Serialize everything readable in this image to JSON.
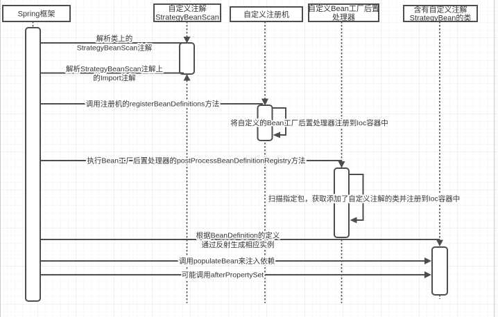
{
  "diagram": {
    "participants": [
      {
        "id": "spring-framework",
        "lines": [
          "Spring框架",
          ""
        ]
      },
      {
        "id": "strategy-bean-scan-annotation",
        "lines": [
          "自定义注解",
          "StrategyBeanScan"
        ]
      },
      {
        "id": "custom-registrar",
        "lines": [
          "自定义注册机",
          ""
        ]
      },
      {
        "id": "bean-factory-post-processor",
        "lines": [
          "自定义Bean工厂后置",
          "处理器"
        ]
      },
      {
        "id": "strategy-bean-class",
        "lines": [
          "含有自定义注解",
          "StrategyBean的类"
        ]
      }
    ],
    "messages": [
      {
        "from": 0,
        "to": 1,
        "kind": "call",
        "lines": [
          "解析类上的",
          "StrategyBeanScan注解"
        ]
      },
      {
        "from": 0,
        "to": 1,
        "kind": "call",
        "lines": [
          "解析StrategyBeanScan注解上",
          "的Import注解"
        ]
      },
      {
        "from": 0,
        "to": 2,
        "kind": "call",
        "lines": [
          "调用注册机的registerBeanDefinitions方法",
          ""
        ]
      },
      {
        "from": 2,
        "to": 2,
        "kind": "self",
        "lines": [
          "将自定义的Bean工厂后置处理器注册到Ioc容器中",
          ""
        ]
      },
      {
        "from": 0,
        "to": 3,
        "kind": "call",
        "lines": [
          "执行Bean工厂后置处理器的postProcessBeanDefinitionRegistry方法",
          ""
        ]
      },
      {
        "from": 3,
        "to": 3,
        "kind": "self",
        "lines": [
          "扫描指定包，获取添加了自定义注解的类并注册到Ioc容器中",
          ""
        ]
      },
      {
        "from": 0,
        "to": 4,
        "kind": "call",
        "lines": [
          "根据BeanDefinition的定义",
          "通过反射生成相应实例"
        ]
      },
      {
        "from": 0,
        "to": 4,
        "kind": "call",
        "lines": [
          "调用populateBean来注入依赖",
          ""
        ]
      },
      {
        "from": 0,
        "to": 4,
        "kind": "call",
        "lines": [
          "可能调用afterPropertySet",
          ""
        ]
      }
    ]
  },
  "colors": {
    "shape-stroke": "#4d4d4d",
    "shape-fill": "#ffffff",
    "label-text": "#333333",
    "canvas": "#ffffff",
    "grid-minor": "#f0f0f0",
    "grid-major": "#e3e3e3",
    "page-edge": "#cccccc"
  }
}
